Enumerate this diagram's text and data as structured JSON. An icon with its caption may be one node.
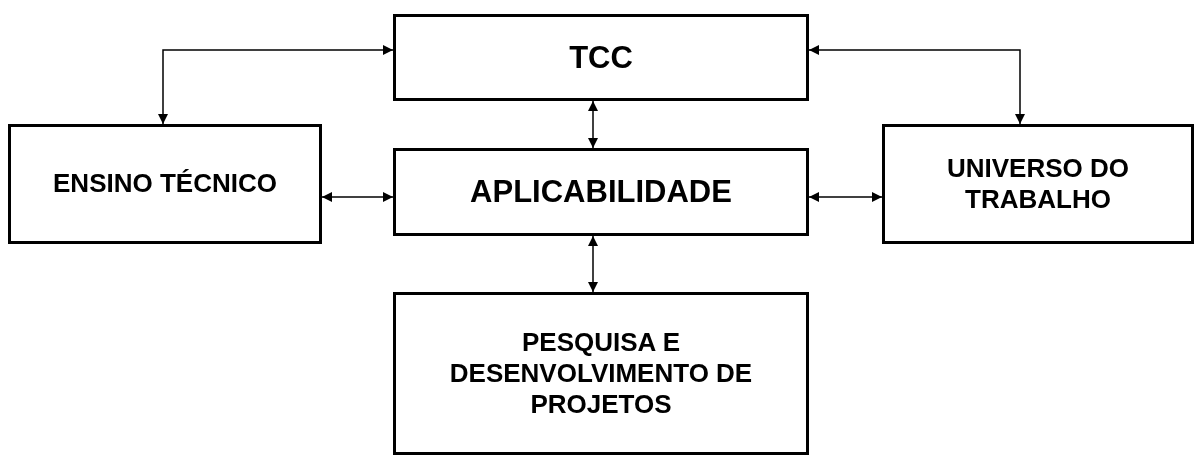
{
  "diagram": {
    "nodes": [
      {
        "text": [
          "TCC"
        ]
      },
      {
        "text": [
          "ENSINO TÉCNICO"
        ]
      },
      {
        "text": [
          "APLICABILIDADE"
        ]
      },
      {
        "text": [
          "UNIVERSO DO TRABALHO"
        ]
      },
      {
        "text": [
          "PESQUISA E DESENVOLVIMENTO DE PROJETOS"
        ]
      }
    ],
    "edges": [
      {
        "from": 0,
        "to": 1,
        "arrow": "both"
      },
      {
        "from": 0,
        "to": 3,
        "arrow": "both"
      },
      {
        "from": 0,
        "to": 2,
        "arrow": "both"
      },
      {
        "from": 1,
        "to": 2,
        "arrow": "both"
      },
      {
        "from": 2,
        "to": 3,
        "arrow": "both"
      },
      {
        "from": 2,
        "to": 4,
        "arrow": "both"
      }
    ]
  }
}
